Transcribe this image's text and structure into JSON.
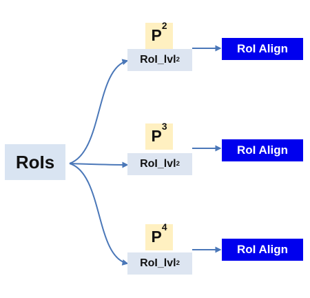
{
  "diagram": {
    "source": {
      "label": "RoIs"
    },
    "branches": [
      {
        "level_prefix": "P",
        "level_index": "2",
        "roi_prefix": "RoI_lvl",
        "roi_index": "2",
        "align_label": "RoI Align"
      },
      {
        "level_prefix": "P",
        "level_index": "3",
        "roi_prefix": "RoI_lvl",
        "roi_index": "2",
        "align_label": "RoI Align"
      },
      {
        "level_prefix": "P",
        "level_index": "4",
        "roi_prefix": "RoI_lvl",
        "roi_index": "2",
        "align_label": "RoI Align"
      }
    ],
    "colors": {
      "source_fill": "#d9e4f2",
      "level_fill": "#fff0c1",
      "roi_fill": "#dde5f1",
      "align_fill": "#0000ee",
      "align_text": "#ffffff",
      "arrow": "#4a77b8"
    }
  }
}
